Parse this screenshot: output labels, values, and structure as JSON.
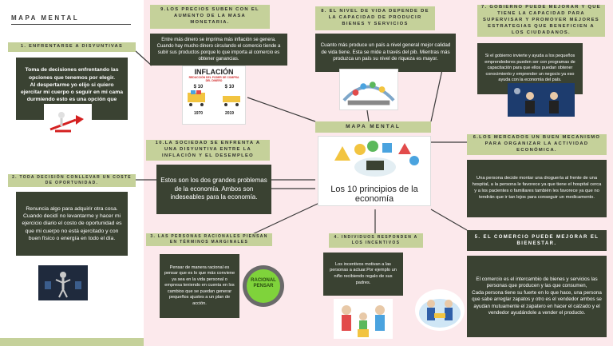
{
  "main_title": "MAPA MENTAL",
  "center": {
    "header": "MAPA MENTAL",
    "title": "Los 10 principios de la economía"
  },
  "p1": {
    "header": "1. ENFRENTARSE A DISYUNTIVAS",
    "text": "Toma de decisiones enfrentando las opciones que tenemos por elegir.\nAl despertarme yo elijo si quiero ejercitar mi cuerpo o seguir en mi cama durmiendo esto es una opción que tengo."
  },
  "p2": {
    "header": "2. TODA DECISIÓN CONLLEVAR UN COSTE DE OPORTUNIDAD.",
    "text": "Renuncia algo para adquirir otra cosa.\nCuando decidí no levantarme y hacer mi ejercicio diario el costo de oportunidad es que mi cuerpo no está ejercitado y con buen físico o energía en todo el día."
  },
  "p3": {
    "header": "3. LAS PERSONAS RACIONALES PIENSAN EN TÉRMINOS MARGINALES",
    "text": "Pensar de manera racional es pensar que es lo que más conviene ya sea en la vida personal o empresa teniendo en cuenta en los cambios que se puedan generar pequeños ajustes a un plan de acción."
  },
  "p4": {
    "header": "4. INDIVIDUOS RESPONDEN A LOS INCENTIVOS",
    "text": "Los incentivos motivan a las personas a actuar.Por ejemplo un niño recibiendo regalo de sus padres."
  },
  "p5": {
    "header": "5. EL COMERCIO PUEDE MEJORAR EL BIENESTAR.",
    "text": "El comercio es el intercambio de bienes y servicios las personas que producen y las que consumen,\nCada persona tiene su fuerte en lo que hace, una persona que sabe arreglar zapatos y otro es el vendedor ambos se ayudan mutuamente el zapatero en hacer el calzado y el vendedor ayudándole a vender el producto."
  },
  "p6": {
    "header": "6.LOS MERCADOS UN BUEN MECANISMO PARA ORGANIZAR LA ACTIVIDAD ECONÓMICA.",
    "text": "Una persona decide montar una droguería al frente de una hospital, a la persona le favorece ya que tiene el hospital cerca y a los pacientes o familiares también les favorece ya que no tendrán que ir tan lejos para conseguir un medicamento."
  },
  "p7": {
    "header": "7. GOBIERNO PUEDE MEJORAR Y QUE TIENE LA CAPACIDAD PARA SUPERVISAR Y PROMOVER MEJORES ESTRATEGIAS QUE BENEFICIEN A LOS CIUDADANOS.",
    "text": "Si el gobierno invierte y ayuda a los pequeños emprendedores pueden ser con programas de capacitación para que ellos puedan obtener conocimiento y emprender un negocio ya eso ayuda con la economía del país."
  },
  "p8": {
    "header": "8. EL NIVEL DE VIDA DEPENDE DE LA CAPACIDAD DE PRODUCIR BIENES Y SERVICIOS",
    "text": "Cuanto más produce un país a nivel general mejor calidad de vida tiene. Esta se mide a través del pib. Mientras más produzca un país su nivel de riqueza es mayor."
  },
  "p9": {
    "header": "9.LOS PRECIOS SUBEN CON EL AUMENTO DE LA MASA MONETARIA.",
    "text": "Entre más dinero se imprima más inflación se genera. Cuando hay mucho dinero circulando el comercio tiende a subir sus productos porque lo que importa al comercio es obtener ganancias.",
    "image": {
      "title": "INFLACIÓN",
      "subtitle": "REDUCCIÓN DEL PODER DE COMPRA DEL DINERO",
      "price_left": "$ 10",
      "price_right": "$ 10",
      "year_left": "1970",
      "year_right": "2019"
    }
  },
  "p10": {
    "header": "10.LA SOCIEDAD SE ENFRENTA A UNA DISYUNTIVA ENTRE LA INFLACIÓN Y EL DESEMPLEO",
    "text": "Estos son los dos grandes problemas de la economía. Ambos son indeseables para la economía."
  },
  "rational_image_text": "RACIONAL PENSAR",
  "colors": {
    "dark_box": "#3a4232",
    "header_green": "#c5d19a",
    "background": "#fce9ec",
    "connector": "#3a3a3a"
  }
}
